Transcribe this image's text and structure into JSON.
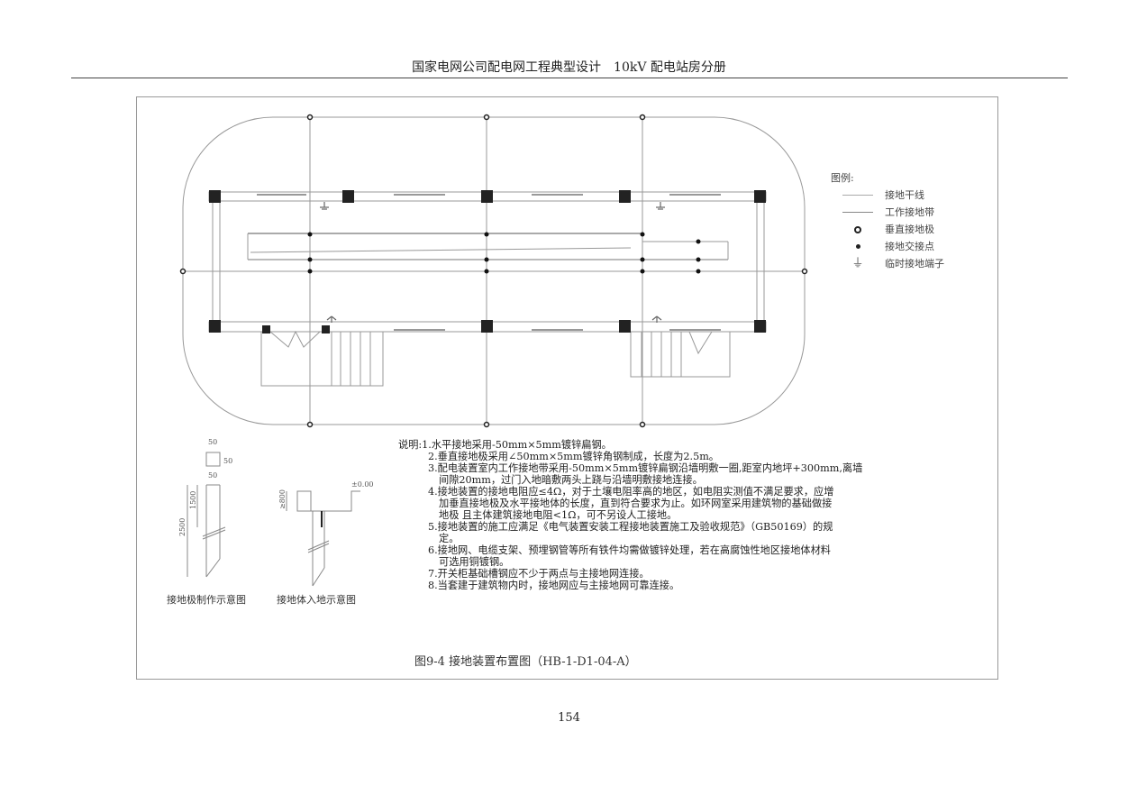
{
  "header": {
    "title": "国家电网公司配电网工程典型设计　10kV 配电站房分册"
  },
  "legend": {
    "title": "图例:",
    "items": [
      {
        "icon": "line-thin",
        "label": "接地干线"
      },
      {
        "icon": "line-thin",
        "label": "工作接地带"
      },
      {
        "icon": "ring-dot",
        "label": "垂直接地极"
      },
      {
        "icon": "solid-dot",
        "label": "接地交接点"
      },
      {
        "icon": "ground-terminal",
        "label": "临时接地端子"
      }
    ]
  },
  "details": {
    "electrode": {
      "caption": "接地极制作示意图",
      "dim_width": "50",
      "dim_depth": "50",
      "dim_width2": "50",
      "dim_1500": "1500",
      "dim_2500": "2500"
    },
    "burial": {
      "caption": "接地体入地示意图",
      "dim_depth": "≥800",
      "elevation": "±0.00"
    }
  },
  "notes": {
    "prefix": "说明:",
    "items": [
      [
        "1.水平接地采用-50mm×5mm镀锌扁钢。"
      ],
      [
        "2.垂直接地极采用∠50mm×5mm镀锌角钢制成，长度为2.5m。"
      ],
      [
        "3.配电装置室内工作接地带采用-50mm×5mm镀锌扁钢沿墙明敷一圈,距室内地坪+300mm,离墙",
        "间隙20mm，过门入地暗敷两头上跷与沿墙明敷接地连接。"
      ],
      [
        "4.接地装置的接地电阻应≤4Ω，对于土壤电阻率高的地区，如电阻实测值不满足要求，应增",
        "加垂直接地极及水平接地体的长度，直到符合要求为止。如环网室采用建筑物的基础做接",
        "地极 且主体建筑接地电阻<1Ω，可不另设人工接地。"
      ],
      [
        "5.接地装置的施工应满足《电气装置安装工程接地装置施工及验收规范》（GB50169）的规",
        "定。"
      ],
      [
        "6.接地网、电缆支架、预埋钢管等所有铁件均需做镀锌处理，若在高腐蚀性地区接地体材料",
        "可选用铜镀钢。"
      ],
      [
        "7.开关柜基础槽钢应不少于两点与主接地网连接。"
      ],
      [
        "8.当套建于建筑物内时，接地网应与主接地网可靠连接。"
      ]
    ]
  },
  "caption": "图9-4 接地装置布置图（HB-1-D1-04-A）",
  "page_number": "154"
}
